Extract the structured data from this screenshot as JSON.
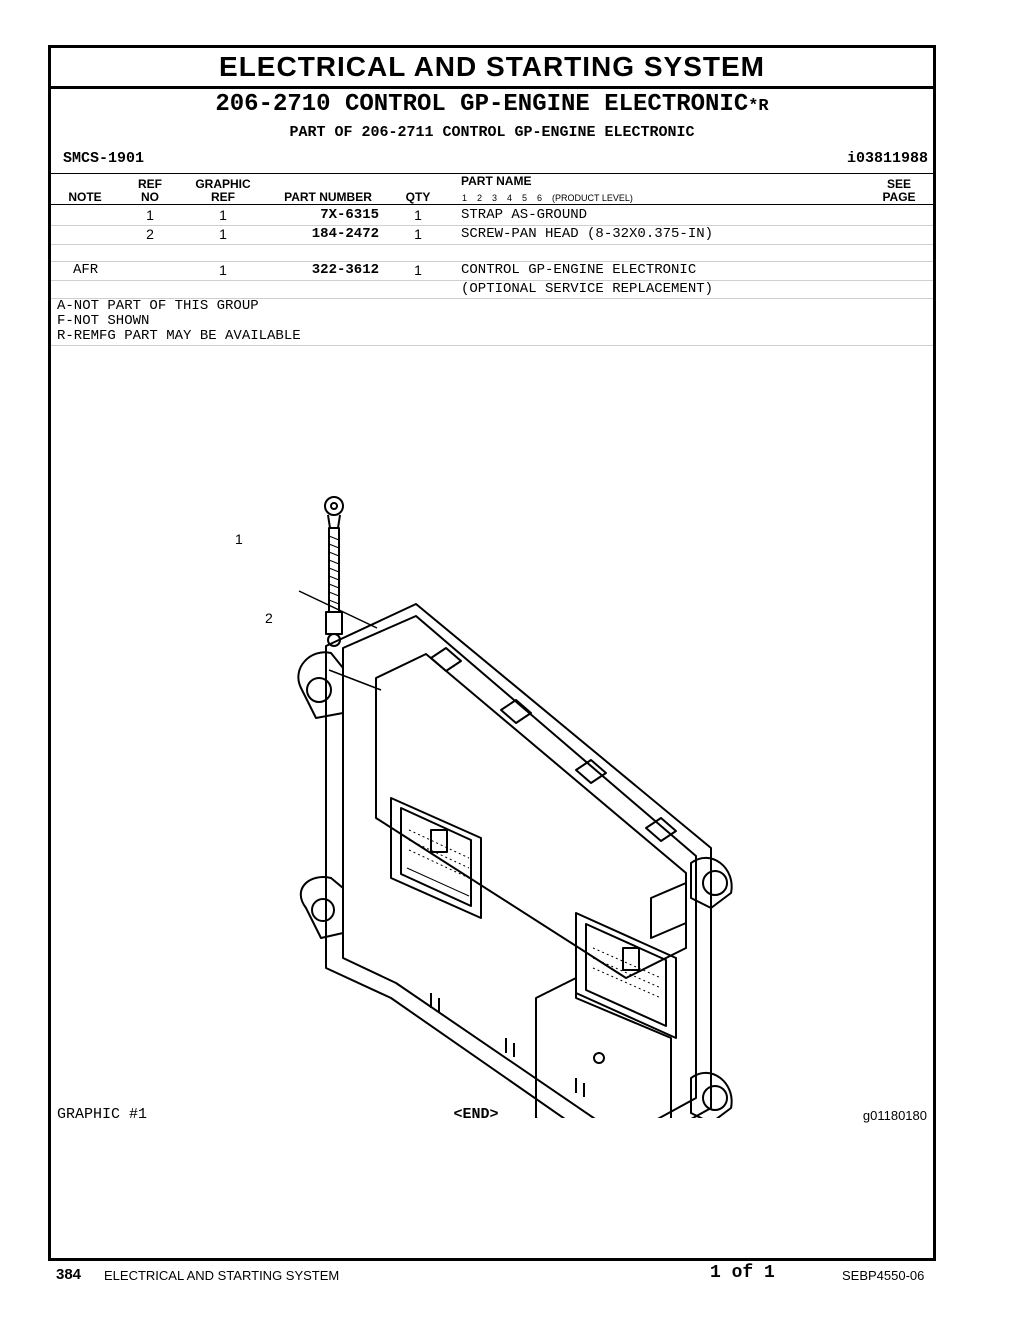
{
  "header": {
    "title": "ELECTRICAL AND STARTING SYSTEM",
    "subtitle_main": "206-2710 CONTROL GP-ENGINE ELECTRONIC",
    "subtitle_suffix": "*R",
    "part_of": "PART OF 206-2711 CONTROL GP-ENGINE ELECTRONIC",
    "smcs": "SMCS-1901",
    "info_id": "i03811988"
  },
  "columns": {
    "note": "NOTE",
    "ref_top": "REF",
    "ref_bottom": "NO",
    "graphic_top": "GRAPHIC",
    "graphic_bottom": "REF",
    "part_number": "PART NUMBER",
    "qty": "QTY",
    "part_name": "PART NAME",
    "levels": "1    2    3    4    5    6    (PRODUCT LEVEL)",
    "see_top": "SEE",
    "see_bottom": "PAGE"
  },
  "rows": [
    {
      "note": "",
      "ref": "1",
      "graphic": "1",
      "part": "7X-6315",
      "qty": "1",
      "name": "STRAP AS-GROUND"
    },
    {
      "note": "",
      "ref": "2",
      "graphic": "1",
      "part": "184-2472",
      "qty": "1",
      "name": "SCREW-PAN HEAD (8-32X0.375-IN)"
    },
    {
      "note": "AFR",
      "ref": "",
      "graphic": "1",
      "part": "322-3612",
      "qty": "1",
      "name": "CONTROL GP-ENGINE ELECTRONIC"
    },
    {
      "note": "",
      "ref": "",
      "graphic": "",
      "part": "",
      "qty": "",
      "name": "(OPTIONAL SERVICE REPLACEMENT)"
    }
  ],
  "legend": [
    "A-NOT PART OF THIS GROUP",
    "F-NOT SHOWN",
    "R-REMFG PART MAY BE AVAILABLE"
  ],
  "graphic": {
    "callout_1": "1",
    "callout_2": "2",
    "label": "GRAPHIC #1",
    "end": "<END>",
    "graphic_id": "g01180180"
  },
  "footer": {
    "page_number": "384",
    "section": "ELECTRICAL AND STARTING SYSTEM",
    "page_of": "1 of 1",
    "doc_id": "SEBP4550-06"
  }
}
